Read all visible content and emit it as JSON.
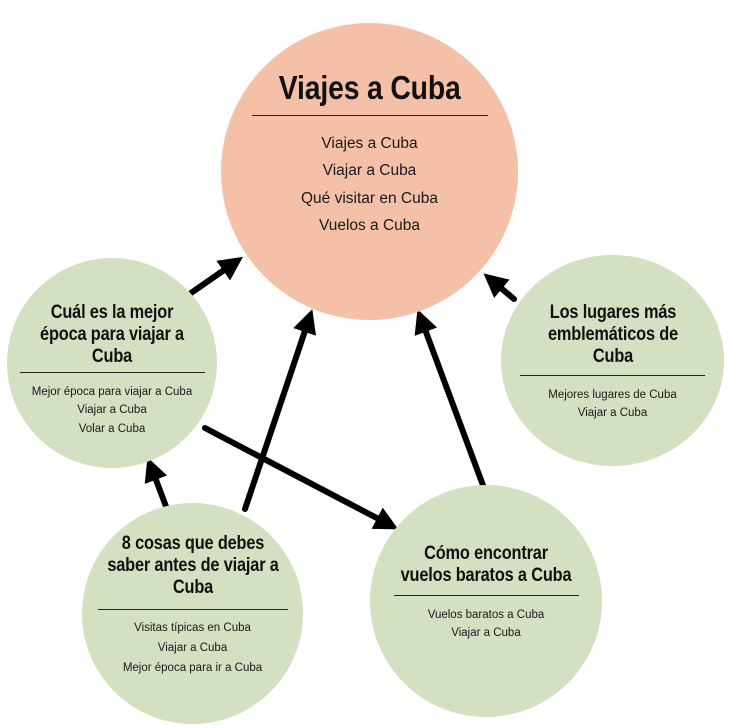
{
  "colors": {
    "main_fill": "#f4c0a8",
    "topic_fill": "#d3e0c1",
    "arrow": "#000000",
    "text": "#111111"
  },
  "nodes": {
    "main": {
      "title": "Viajes a Cuba",
      "items": [
        "Viajes a Cuba",
        "Viajar a Cuba",
        "Qué visitar en Cuba",
        "Vuelos a Cuba"
      ]
    },
    "epoca": {
      "title": "Cuál es la mejor época para viajar a Cuba",
      "items": [
        "Mejor época para viajar a Cuba",
        "Viajar a Cuba",
        "Volar a Cuba"
      ]
    },
    "lugares": {
      "title": "Los lugares más emblemáticos de Cuba",
      "items": [
        "Mejores lugares de Cuba",
        "Viajar a Cuba"
      ]
    },
    "cosas": {
      "title": "8 cosas que debes saber antes de viajar a Cuba",
      "items": [
        "Visitas típicas en Cuba",
        "Viajar a Cuba",
        "Mejor época para ir a Cuba"
      ]
    },
    "vuelos": {
      "title": "Cómo encontrar vuelos baratos a Cuba",
      "items": [
        "Vuelos baratos a Cuba",
        "Viajar a Cuba"
      ]
    }
  },
  "edges": [
    {
      "from": "epoca",
      "to": "main"
    },
    {
      "from": "lugares",
      "to": "main"
    },
    {
      "from": "cosas",
      "to": "main"
    },
    {
      "from": "vuelos",
      "to": "main"
    },
    {
      "from": "cosas",
      "to": "epoca"
    },
    {
      "from": "epoca",
      "to": "vuelos"
    }
  ]
}
